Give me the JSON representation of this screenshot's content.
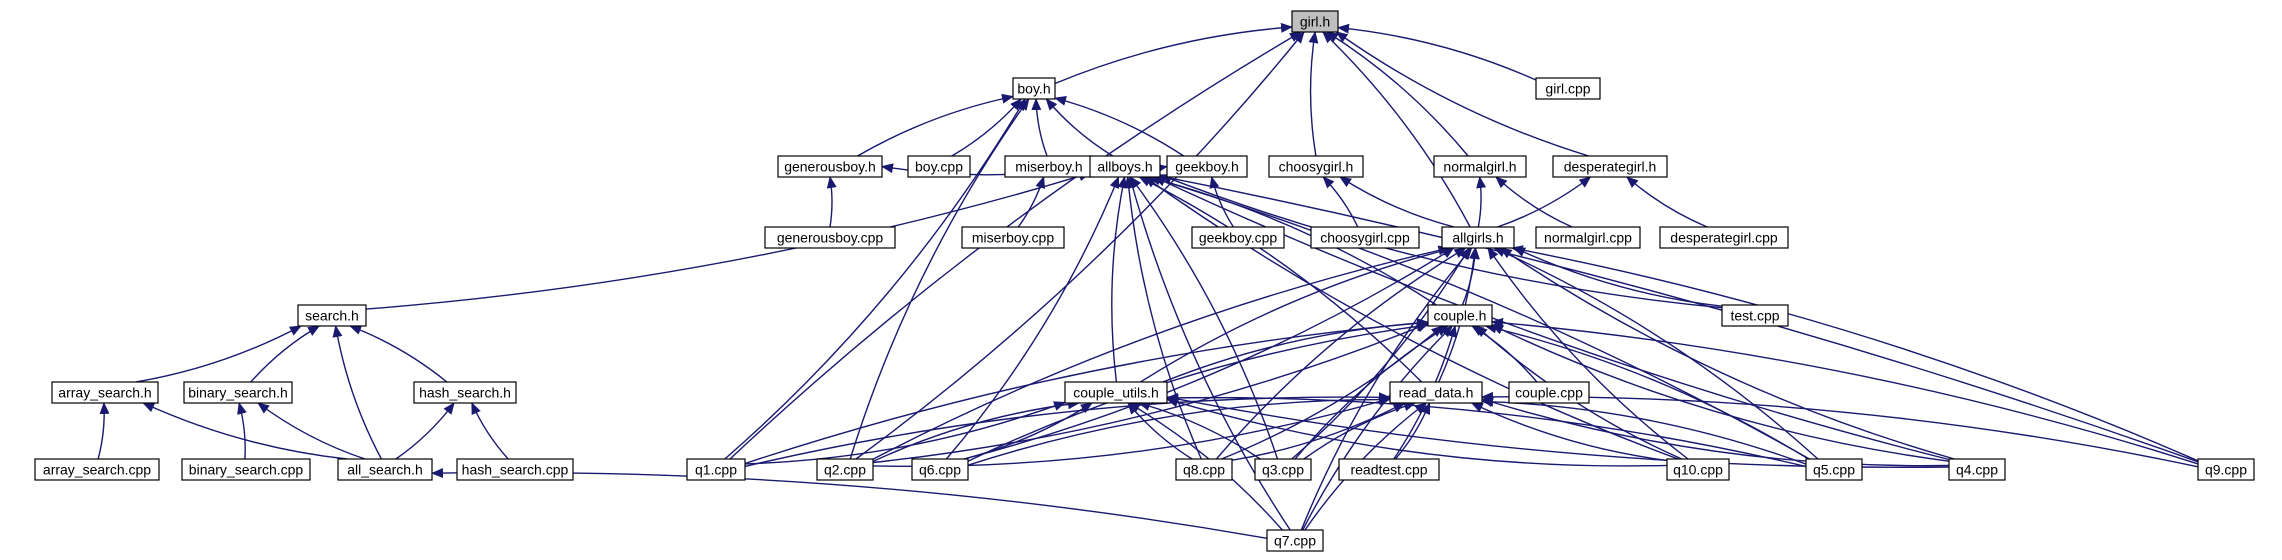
{
  "diagram": {
    "colors": {
      "edge": "#191970",
      "node_fill": "#ffffff",
      "node_highlight_fill": "#bfbfbf",
      "node_border": "#000000"
    },
    "nodes": [
      {
        "id": "girl_h",
        "label": "girl.h",
        "highlight": true
      },
      {
        "id": "boy_h",
        "label": "boy.h"
      },
      {
        "id": "girl_cpp",
        "label": "girl.cpp"
      },
      {
        "id": "generousboy_h",
        "label": "generousboy.h"
      },
      {
        "id": "boy_cpp",
        "label": "boy.cpp"
      },
      {
        "id": "miserboy_h",
        "label": "miserboy.h"
      },
      {
        "id": "geekboy_h",
        "label": "geekboy.h"
      },
      {
        "id": "choosygirl_h",
        "label": "choosygirl.h"
      },
      {
        "id": "normalgirl_h",
        "label": "normalgirl.h"
      },
      {
        "id": "desperategirl_h",
        "label": "desperategirl.h"
      },
      {
        "id": "generousboy_cpp",
        "label": "generousboy.cpp"
      },
      {
        "id": "miserboy_cpp",
        "label": "miserboy.cpp"
      },
      {
        "id": "allboys_h",
        "label": "allboys.h"
      },
      {
        "id": "geekboy_cpp",
        "label": "geekboy.cpp"
      },
      {
        "id": "choosygirl_cpp",
        "label": "choosygirl.cpp"
      },
      {
        "id": "allgirls_h",
        "label": "allgirls.h"
      },
      {
        "id": "normalgirl_cpp",
        "label": "normalgirl.cpp"
      },
      {
        "id": "desperategirl_cpp",
        "label": "desperategirl.cpp"
      },
      {
        "id": "search_h",
        "label": "search.h"
      },
      {
        "id": "test_cpp",
        "label": "test.cpp"
      },
      {
        "id": "couple_h",
        "label": "couple.h"
      },
      {
        "id": "array_search_h",
        "label": "array_search.h"
      },
      {
        "id": "binary_search_h",
        "label": "binary_search.h"
      },
      {
        "id": "hash_search_h",
        "label": "hash_search.h"
      },
      {
        "id": "couple_utils_h",
        "label": "couple_utils.h"
      },
      {
        "id": "read_data_h",
        "label": "read_data.h"
      },
      {
        "id": "couple_cpp",
        "label": "couple.cpp"
      },
      {
        "id": "array_search_cpp",
        "label": "array_search.cpp"
      },
      {
        "id": "binary_search_cpp",
        "label": "binary_search.cpp"
      },
      {
        "id": "all_search_h",
        "label": "all_search.h"
      },
      {
        "id": "hash_search_cpp",
        "label": "hash_search.cpp"
      },
      {
        "id": "q1_cpp",
        "label": "q1.cpp"
      },
      {
        "id": "q2_cpp",
        "label": "q2.cpp"
      },
      {
        "id": "q6_cpp",
        "label": "q6.cpp"
      },
      {
        "id": "q8_cpp",
        "label": "q8.cpp"
      },
      {
        "id": "q3_cpp",
        "label": "q3.cpp"
      },
      {
        "id": "readtest_cpp",
        "label": "readtest.cpp"
      },
      {
        "id": "q10_cpp",
        "label": "q10.cpp"
      },
      {
        "id": "q5_cpp",
        "label": "q5.cpp"
      },
      {
        "id": "q4_cpp",
        "label": "q4.cpp"
      },
      {
        "id": "q9_cpp",
        "label": "q9.cpp"
      },
      {
        "id": "q7_cpp",
        "label": "q7.cpp"
      }
    ],
    "edges": [
      [
        "boy_h",
        "girl_h"
      ],
      [
        "girl_cpp",
        "girl_h"
      ],
      [
        "choosygirl_h",
        "girl_h"
      ],
      [
        "normalgirl_h",
        "girl_h"
      ],
      [
        "desperategirl_h",
        "girl_h"
      ],
      [
        "allgirls_h",
        "girl_h"
      ],
      [
        "q1_cpp",
        "girl_h"
      ],
      [
        "q2_cpp",
        "girl_h"
      ],
      [
        "generousboy_h",
        "boy_h"
      ],
      [
        "boy_cpp",
        "boy_h"
      ],
      [
        "miserboy_h",
        "boy_h"
      ],
      [
        "geekboy_h",
        "boy_h"
      ],
      [
        "allboys_h",
        "boy_h"
      ],
      [
        "q1_cpp",
        "boy_h"
      ],
      [
        "q2_cpp",
        "boy_h"
      ],
      [
        "generousboy_cpp",
        "generousboy_h"
      ],
      [
        "allboys_h",
        "generousboy_h"
      ],
      [
        "miserboy_cpp",
        "miserboy_h"
      ],
      [
        "allboys_h",
        "miserboy_h"
      ],
      [
        "allboys_h",
        "geekboy_h"
      ],
      [
        "geekboy_cpp",
        "geekboy_h"
      ],
      [
        "choosygirl_cpp",
        "choosygirl_h"
      ],
      [
        "allgirls_h",
        "choosygirl_h"
      ],
      [
        "allgirls_h",
        "normalgirl_h"
      ],
      [
        "normalgirl_cpp",
        "normalgirl_h"
      ],
      [
        "allgirls_h",
        "desperategirl_h"
      ],
      [
        "desperategirl_cpp",
        "desperategirl_h"
      ],
      [
        "search_h",
        "allboys_h"
      ],
      [
        "test_cpp",
        "allboys_h"
      ],
      [
        "couple_h",
        "allboys_h"
      ],
      [
        "couple_utils_h",
        "allboys_h"
      ],
      [
        "read_data_h",
        "allboys_h"
      ],
      [
        "q7_cpp",
        "allboys_h"
      ],
      [
        "q6_cpp",
        "allboys_h"
      ],
      [
        "q8_cpp",
        "allboys_h"
      ],
      [
        "q3_cpp",
        "allboys_h"
      ],
      [
        "q10_cpp",
        "allboys_h"
      ],
      [
        "q5_cpp",
        "allboys_h"
      ],
      [
        "q4_cpp",
        "allboys_h"
      ],
      [
        "q9_cpp",
        "allboys_h"
      ],
      [
        "test_cpp",
        "allgirls_h"
      ],
      [
        "couple_h",
        "allgirls_h"
      ],
      [
        "couple_utils_h",
        "allgirls_h"
      ],
      [
        "read_data_h",
        "allgirls_h"
      ],
      [
        "q2_cpp",
        "allgirls_h"
      ],
      [
        "q6_cpp",
        "allgirls_h"
      ],
      [
        "q8_cpp",
        "allgirls_h"
      ],
      [
        "q3_cpp",
        "allgirls_h"
      ],
      [
        "q10_cpp",
        "allgirls_h"
      ],
      [
        "q5_cpp",
        "allgirls_h"
      ],
      [
        "q4_cpp",
        "allgirls_h"
      ],
      [
        "q9_cpp",
        "allgirls_h"
      ],
      [
        "q7_cpp",
        "allgirls_h"
      ],
      [
        "array_search_h",
        "search_h"
      ],
      [
        "binary_search_h",
        "search_h"
      ],
      [
        "hash_search_h",
        "search_h"
      ],
      [
        "all_search_h",
        "search_h"
      ],
      [
        "array_search_cpp",
        "array_search_h"
      ],
      [
        "all_search_h",
        "array_search_h"
      ],
      [
        "binary_search_cpp",
        "binary_search_h"
      ],
      [
        "all_search_h",
        "binary_search_h"
      ],
      [
        "all_search_h",
        "hash_search_h"
      ],
      [
        "hash_search_cpp",
        "hash_search_h"
      ],
      [
        "q7_cpp",
        "all_search_h"
      ],
      [
        "couple_utils_h",
        "couple_h"
      ],
      [
        "couple_cpp",
        "couple_h"
      ],
      [
        "q1_cpp",
        "couple_h"
      ],
      [
        "q2_cpp",
        "couple_h"
      ],
      [
        "q6_cpp",
        "couple_h"
      ],
      [
        "q8_cpp",
        "couple_h"
      ],
      [
        "q3_cpp",
        "couple_h"
      ],
      [
        "readtest_cpp",
        "couple_h"
      ],
      [
        "q10_cpp",
        "couple_h"
      ],
      [
        "q5_cpp",
        "couple_h"
      ],
      [
        "q4_cpp",
        "couple_h"
      ],
      [
        "q9_cpp",
        "couple_h"
      ],
      [
        "q7_cpp",
        "couple_h"
      ],
      [
        "q1_cpp",
        "couple_utils_h"
      ],
      [
        "q2_cpp",
        "couple_utils_h"
      ],
      [
        "q6_cpp",
        "couple_utils_h"
      ],
      [
        "q8_cpp",
        "couple_utils_h"
      ],
      [
        "q3_cpp",
        "couple_utils_h"
      ],
      [
        "q10_cpp",
        "couple_utils_h"
      ],
      [
        "q5_cpp",
        "couple_utils_h"
      ],
      [
        "q4_cpp",
        "couple_utils_h"
      ],
      [
        "q7_cpp",
        "couple_utils_h"
      ],
      [
        "q1_cpp",
        "read_data_h"
      ],
      [
        "q2_cpp",
        "read_data_h"
      ],
      [
        "q6_cpp",
        "read_data_h"
      ],
      [
        "q8_cpp",
        "read_data_h"
      ],
      [
        "q3_cpp",
        "read_data_h"
      ],
      [
        "readtest_cpp",
        "read_data_h"
      ],
      [
        "q10_cpp",
        "read_data_h"
      ],
      [
        "q5_cpp",
        "read_data_h"
      ],
      [
        "q4_cpp",
        "read_data_h"
      ],
      [
        "q9_cpp",
        "read_data_h"
      ],
      [
        "q7_cpp",
        "read_data_h"
      ]
    ]
  }
}
